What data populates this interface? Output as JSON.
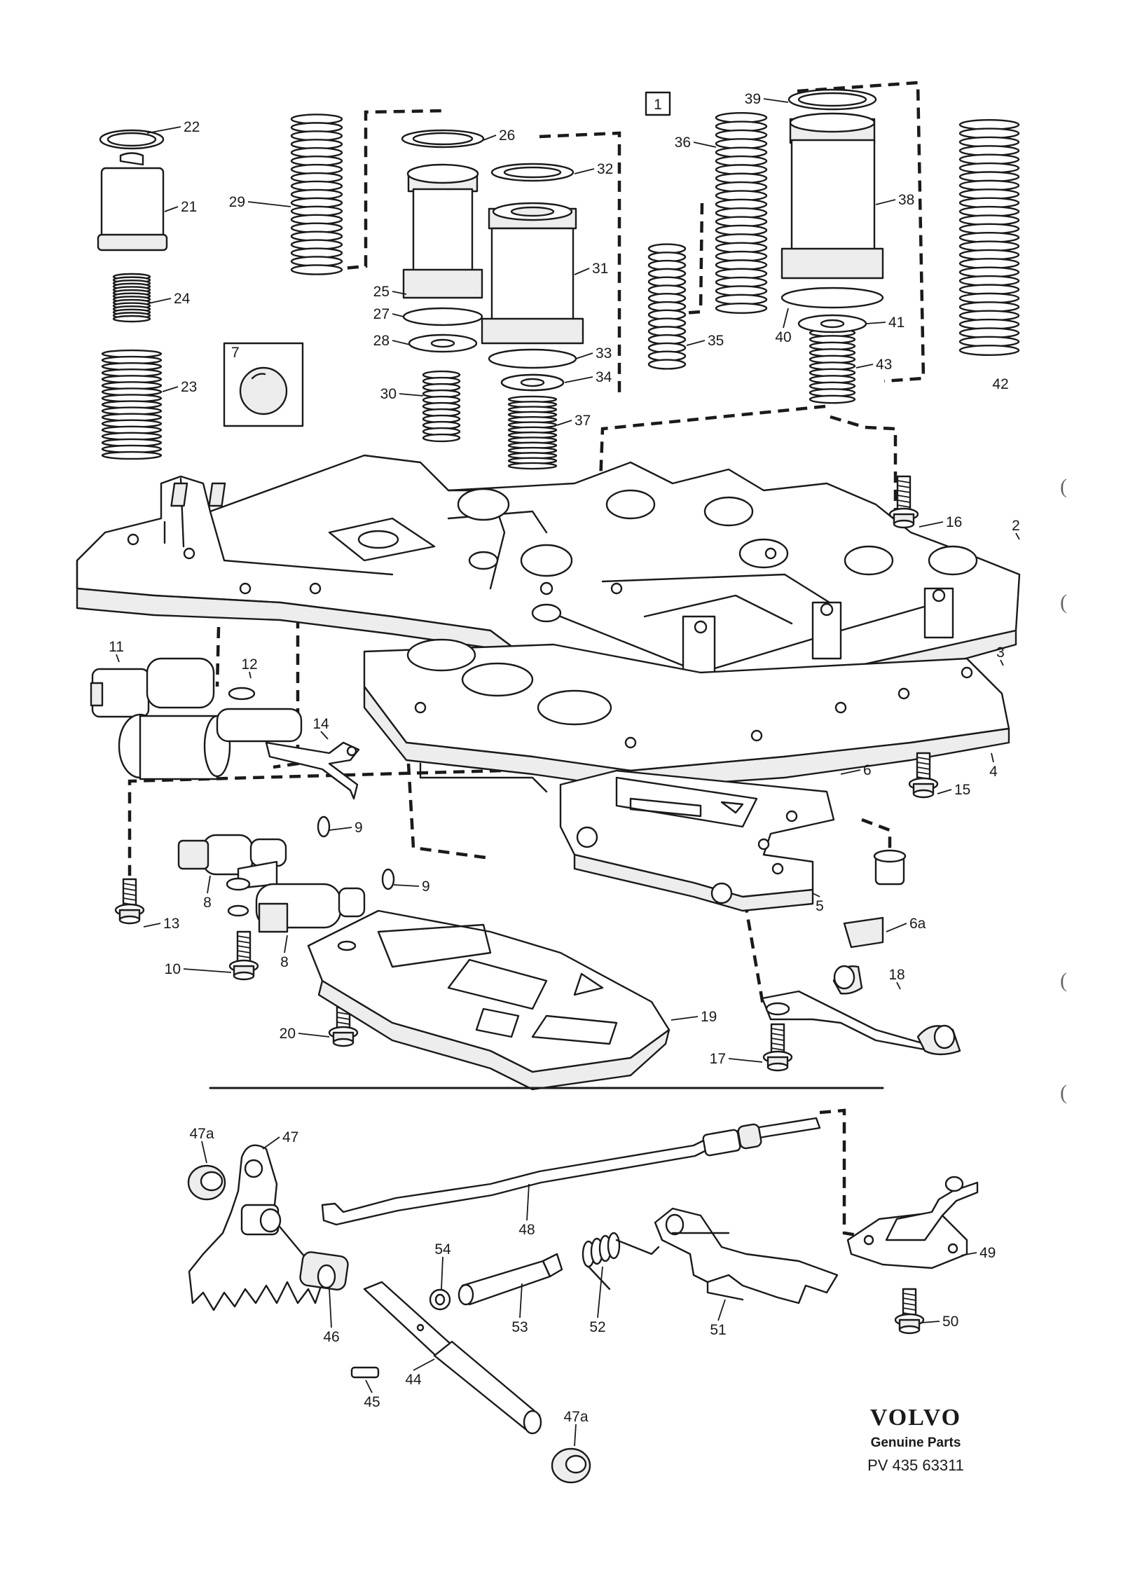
{
  "diagram": {
    "box_label": "1",
    "callouts": [
      {
        "id": "c22",
        "text": "22"
      },
      {
        "id": "c21",
        "text": "21"
      },
      {
        "id": "c24",
        "text": "24"
      },
      {
        "id": "c23",
        "text": "23"
      },
      {
        "id": "c7",
        "text": "7"
      },
      {
        "id": "c29",
        "text": "29"
      },
      {
        "id": "c26",
        "text": "26"
      },
      {
        "id": "c25",
        "text": "25"
      },
      {
        "id": "c27",
        "text": "27"
      },
      {
        "id": "c28",
        "text": "28"
      },
      {
        "id": "c30",
        "text": "30"
      },
      {
        "id": "c32",
        "text": "32"
      },
      {
        "id": "c31",
        "text": "31"
      },
      {
        "id": "c33",
        "text": "33"
      },
      {
        "id": "c34",
        "text": "34"
      },
      {
        "id": "c37",
        "text": "37"
      },
      {
        "id": "c35",
        "text": "35"
      },
      {
        "id": "c36",
        "text": "36"
      },
      {
        "id": "c39",
        "text": "39"
      },
      {
        "id": "c38",
        "text": "38"
      },
      {
        "id": "c40",
        "text": "40"
      },
      {
        "id": "c41",
        "text": "41"
      },
      {
        "id": "c43",
        "text": "43"
      },
      {
        "id": "c42",
        "text": "42"
      },
      {
        "id": "c16",
        "text": "16"
      },
      {
        "id": "c2",
        "text": "2"
      },
      {
        "id": "c3",
        "text": "3"
      },
      {
        "id": "c4",
        "text": "4"
      },
      {
        "id": "c15",
        "text": "15"
      },
      {
        "id": "c11",
        "text": "11"
      },
      {
        "id": "c12",
        "text": "12"
      },
      {
        "id": "c14",
        "text": "14"
      },
      {
        "id": "c6",
        "text": "6"
      },
      {
        "id": "c9a",
        "text": "9"
      },
      {
        "id": "c9b",
        "text": "9"
      },
      {
        "id": "c8a",
        "text": "8"
      },
      {
        "id": "c8b",
        "text": "8"
      },
      {
        "id": "c13",
        "text": "13"
      },
      {
        "id": "c10",
        "text": "10"
      },
      {
        "id": "c5",
        "text": "5"
      },
      {
        "id": "c6a",
        "text": "6a"
      },
      {
        "id": "c18",
        "text": "18"
      },
      {
        "id": "c19",
        "text": "19"
      },
      {
        "id": "c20",
        "text": "20"
      },
      {
        "id": "c17",
        "text": "17"
      },
      {
        "id": "c47a1",
        "text": "47a"
      },
      {
        "id": "c47",
        "text": "47"
      },
      {
        "id": "c48",
        "text": "48"
      },
      {
        "id": "c49",
        "text": "49"
      },
      {
        "id": "c54",
        "text": "54"
      },
      {
        "id": "c53",
        "text": "53"
      },
      {
        "id": "c52",
        "text": "52"
      },
      {
        "id": "c51",
        "text": "51"
      },
      {
        "id": "c46",
        "text": "46"
      },
      {
        "id": "c50",
        "text": "50"
      },
      {
        "id": "c44",
        "text": "44"
      },
      {
        "id": "c45",
        "text": "45"
      },
      {
        "id": "c47a2",
        "text": "47a"
      }
    ]
  },
  "brand": {
    "name": "VOLVO",
    "subtitle": "Genuine Parts",
    "code": "PV 435 63311"
  }
}
